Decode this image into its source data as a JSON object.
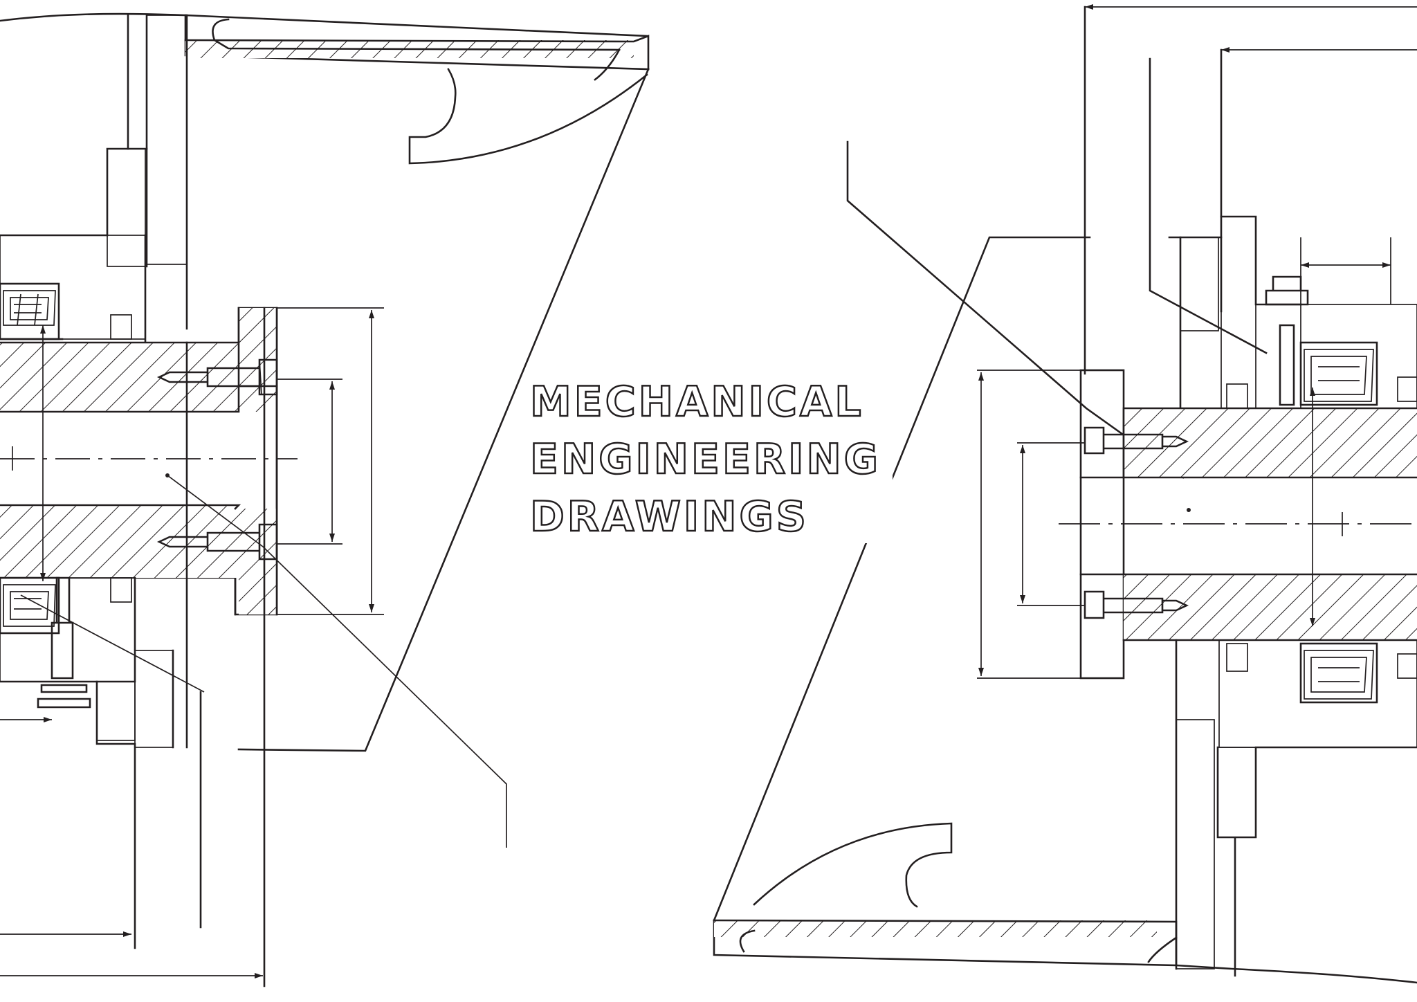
{
  "title_lines": [
    "MECHANICAL",
    "ENGINEERING",
    "DRAWINGS"
  ],
  "colors": {
    "line": "#231f20",
    "background": "#ffffff"
  }
}
